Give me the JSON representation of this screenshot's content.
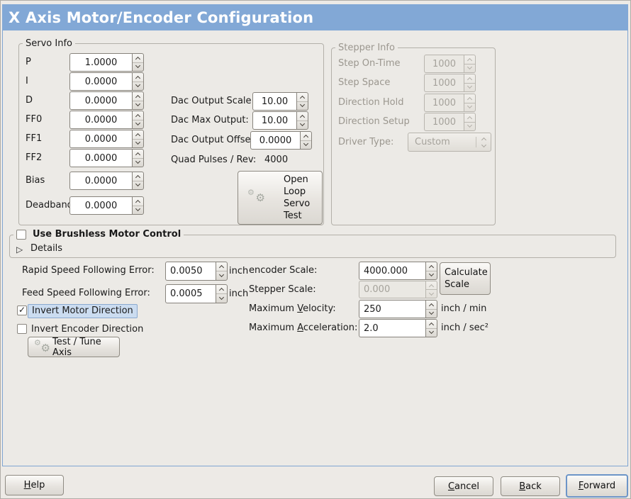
{
  "window_title": "X Axis Motor/Encoder Configuration",
  "icons": {
    "gear_large": "⚙",
    "gear_small": "⚙",
    "expander_collapsed": "▷",
    "checkmark": "✓"
  },
  "colors": {
    "header_blue": "#82a8d6",
    "frame_border_blue": "#7fa5d2",
    "focus_highlight": "#cbdcf0"
  },
  "servo_info": {
    "legend": "Servo Info",
    "rows": [
      {
        "label": "P",
        "value": "1.0000"
      },
      {
        "label": "I",
        "value": "0.0000"
      },
      {
        "label": "D",
        "value": "0.0000"
      },
      {
        "label": "FF0",
        "value": "0.0000"
      },
      {
        "label": "FF1",
        "value": "0.0000"
      },
      {
        "label": "FF2",
        "value": "0.0000"
      },
      {
        "label": "Bias",
        "value": "0.0000"
      },
      {
        "label": "Deadband",
        "value": "0.0000"
      }
    ],
    "dac_rows": [
      {
        "label": "Dac Output Scale:",
        "value": "10.00"
      },
      {
        "label": "Dac Max Output:",
        "value": "10.00"
      },
      {
        "label": "Dac Output Offset:",
        "value": "0.0000"
      }
    ],
    "quad_label": "Quad Pulses / Rev:",
    "quad_value": "4000",
    "open_loop_button_label": "Open Loop Servo Test"
  },
  "stepper_info": {
    "legend": "Stepper Info",
    "rows": [
      {
        "label": "Step On-Time",
        "value": "1000"
      },
      {
        "label": "Step Space",
        "value": "1000"
      },
      {
        "label": "Direction Hold",
        "value": "1000"
      },
      {
        "label": "Direction Setup",
        "value": "1000"
      }
    ],
    "driver_type_label": "Driver Type:",
    "driver_type_value": "Custom"
  },
  "brushless": {
    "checkbox_label": "Use Brushless Motor Control",
    "checkbox_checked": false,
    "details_label": "Details",
    "details_expanded": false
  },
  "following_error": {
    "rapid_label": "Rapid Speed Following Error:",
    "rapid_value": "0.0050",
    "rapid_unit": "inch",
    "feed_label": "Feed Speed Following Error:",
    "feed_value": "0.0005",
    "feed_unit": "inch"
  },
  "scaling": {
    "encoder_label": "encoder Scale:",
    "encoder_value": "4000.000",
    "calculate_button_label": "Calculate Scale",
    "stepper_label": "Stepper Scale:",
    "stepper_value": "0.000",
    "velocity_label_pre": "Maximum ",
    "velocity_label_m": "V",
    "velocity_label_post": "elocity:",
    "velocity_value": "250",
    "velocity_unit": "inch / min",
    "accel_label_pre": "Maximum ",
    "accel_label_m": "A",
    "accel_label_post": "cceleration:",
    "accel_value": "2.0",
    "accel_unit": "inch / sec²"
  },
  "direction": {
    "invert_motor_label": "Invert Motor Direction",
    "invert_motor_checked": true,
    "invert_encoder_label": "Invert Encoder Direction",
    "invert_encoder_checked": false,
    "test_tune_button_label": "Test / Tune Axis"
  },
  "footer": {
    "help_m": "H",
    "help_post": "elp",
    "cancel_m": "C",
    "cancel_post": "ancel",
    "back_m": "B",
    "back_post": "ack",
    "forward_m": "F",
    "forward_post": "orward"
  }
}
